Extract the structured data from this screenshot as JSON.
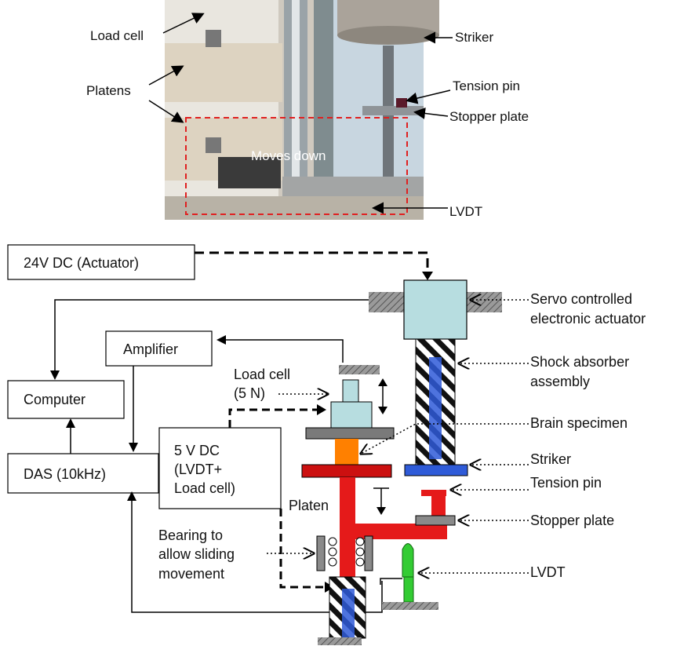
{
  "photo": {
    "labels": {
      "load_cell": "Load cell",
      "platens": "Platens",
      "moves_down": "Moves down",
      "striker": "Striker",
      "tension_pin": "Tension pin",
      "stopper_plate": "Stopper plate",
      "lvdt": "LVDT"
    },
    "colors": {
      "dashed_box": "#e02020",
      "background": "#d9d4cb"
    }
  },
  "schematic": {
    "boxes": {
      "power_actuator": "24V DC (Actuator)",
      "amplifier": "Amplifier",
      "computer": "Computer",
      "das": "DAS (10kHz)",
      "power_sensors_line1": "5 V DC",
      "power_sensors_line2": "(LVDT+",
      "power_sensors_line3": "Load cell)"
    },
    "labels": {
      "servo_line1": "Servo controlled",
      "servo_line2": "electronic actuator",
      "shock_line1": "Shock absorber",
      "shock_line2": "assembly",
      "brain_specimen": "Brain specimen",
      "striker": "Striker",
      "tension_pin": "Tension pin",
      "stopper_plate": "Stopper plate",
      "lvdt": "LVDT",
      "load_cell_line1": "Load cell",
      "load_cell_line2": "(5 N)",
      "platen": "Platen",
      "bearing_line1": "Bearing to",
      "bearing_line2": "allow sliding",
      "bearing_line3": "movement"
    },
    "colors": {
      "actuator": "#b7dde0",
      "striker": "#2f5bd8",
      "platen": "#e51a1a",
      "specimen": "#ff8000",
      "lvdt": "#33cc33",
      "housing": "#808080"
    }
  }
}
